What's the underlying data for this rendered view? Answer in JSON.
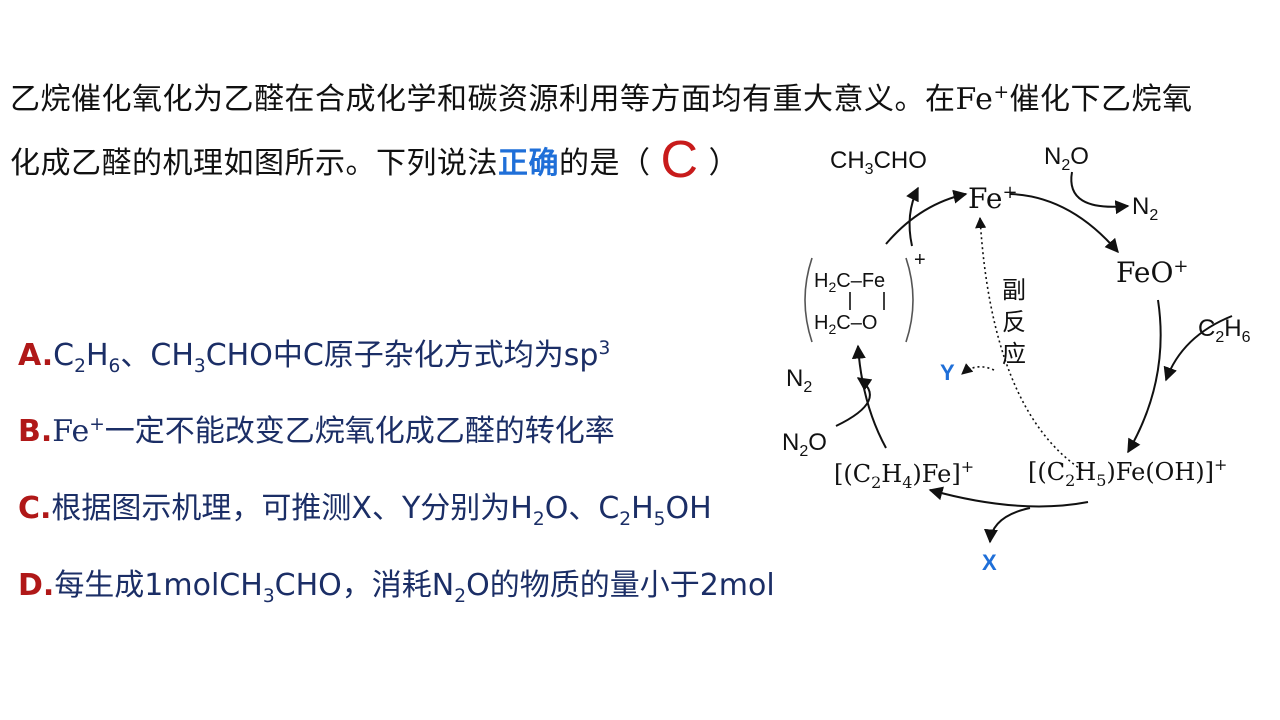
{
  "question": {
    "line1_a": "乙烷催化氧化为乙醛在合成化学和碳资源利用等方面均有重大意义。在",
    "line1_fe": "Fe",
    "line1_sup": "+",
    "line1_b": "催化下乙烷氧",
    "line2_a": "化成乙醛的机理如图所示。下列说法",
    "line2_bold": "正确",
    "line2_b": "的是（",
    "answer": "C",
    "line2_c": "）"
  },
  "options": {
    "A": {
      "label": "A.",
      "t1": "C",
      "s1": "2",
      "t2": "H",
      "s2": "6",
      "t3": "、CH",
      "s3": "3",
      "t4": "CHO中C原子杂化方式均为sp",
      "sup": "3"
    },
    "B": {
      "label": "B.",
      "fe": "Fe",
      "sup": "+",
      "t1": "一定不能改变乙烷氧化成乙醛的转化率"
    },
    "C": {
      "label": "C.",
      "t1": "根据图示机理，可推测X、Y分别为H",
      "s1": "2",
      "t2": "O、C",
      "s2": "2",
      "t3": "H",
      "s3": "5",
      "t4": "OH"
    },
    "D": {
      "label": "D.",
      "t1": "每生成1molCH",
      "s1": "3",
      "t2": "CHO，消耗N",
      "s2": "2",
      "t3": "O的物质的量小于2mol"
    }
  },
  "diagram": {
    "fe_plus": {
      "t": "Fe",
      "sup": "+"
    },
    "feo_plus": {
      "t": "FeO",
      "sup": "+"
    },
    "n2o_top": {
      "t1": "N",
      "s": "2",
      "t2": "O"
    },
    "n2_top": {
      "t1": "N",
      "s": "2"
    },
    "c2h6": {
      "t1": "C",
      "s1": "2",
      "t2": "H",
      "s2": "6"
    },
    "c2h5feoh": {
      "t1": "[(C",
      "s1": "2",
      "t2": "H",
      "s2": "5",
      "t3": ")Fe(OH)]",
      "sup": "+"
    },
    "c2h4fe": {
      "t1": "[(C",
      "s1": "2",
      "t2": "H",
      "s2": "4",
      "t3": ")Fe]",
      "sup": "+"
    },
    "n2o_left": {
      "t1": "N",
      "s": "2",
      "t2": "O"
    },
    "n2_left": {
      "t1": "N",
      "s": "2"
    },
    "ring": {
      "h2c_1": "H",
      "s1": "2",
      "c1": "C–Fe",
      "h2c_2": "H",
      "s2": "2",
      "c2": "C–O",
      "sup": "+"
    },
    "ch3cho": {
      "t1": "CH",
      "s": "3",
      "t2": "CHO"
    },
    "side_reaction": [
      "副",
      "反",
      "应"
    ],
    "x_label": "X",
    "y_label": "Y"
  },
  "colors": {
    "answer": "#c81b1b",
    "option_label": "#b01818",
    "option_text": "#1b2e66",
    "emphasis": "#1f6fd8",
    "xy_label": "#1f6fd8"
  }
}
